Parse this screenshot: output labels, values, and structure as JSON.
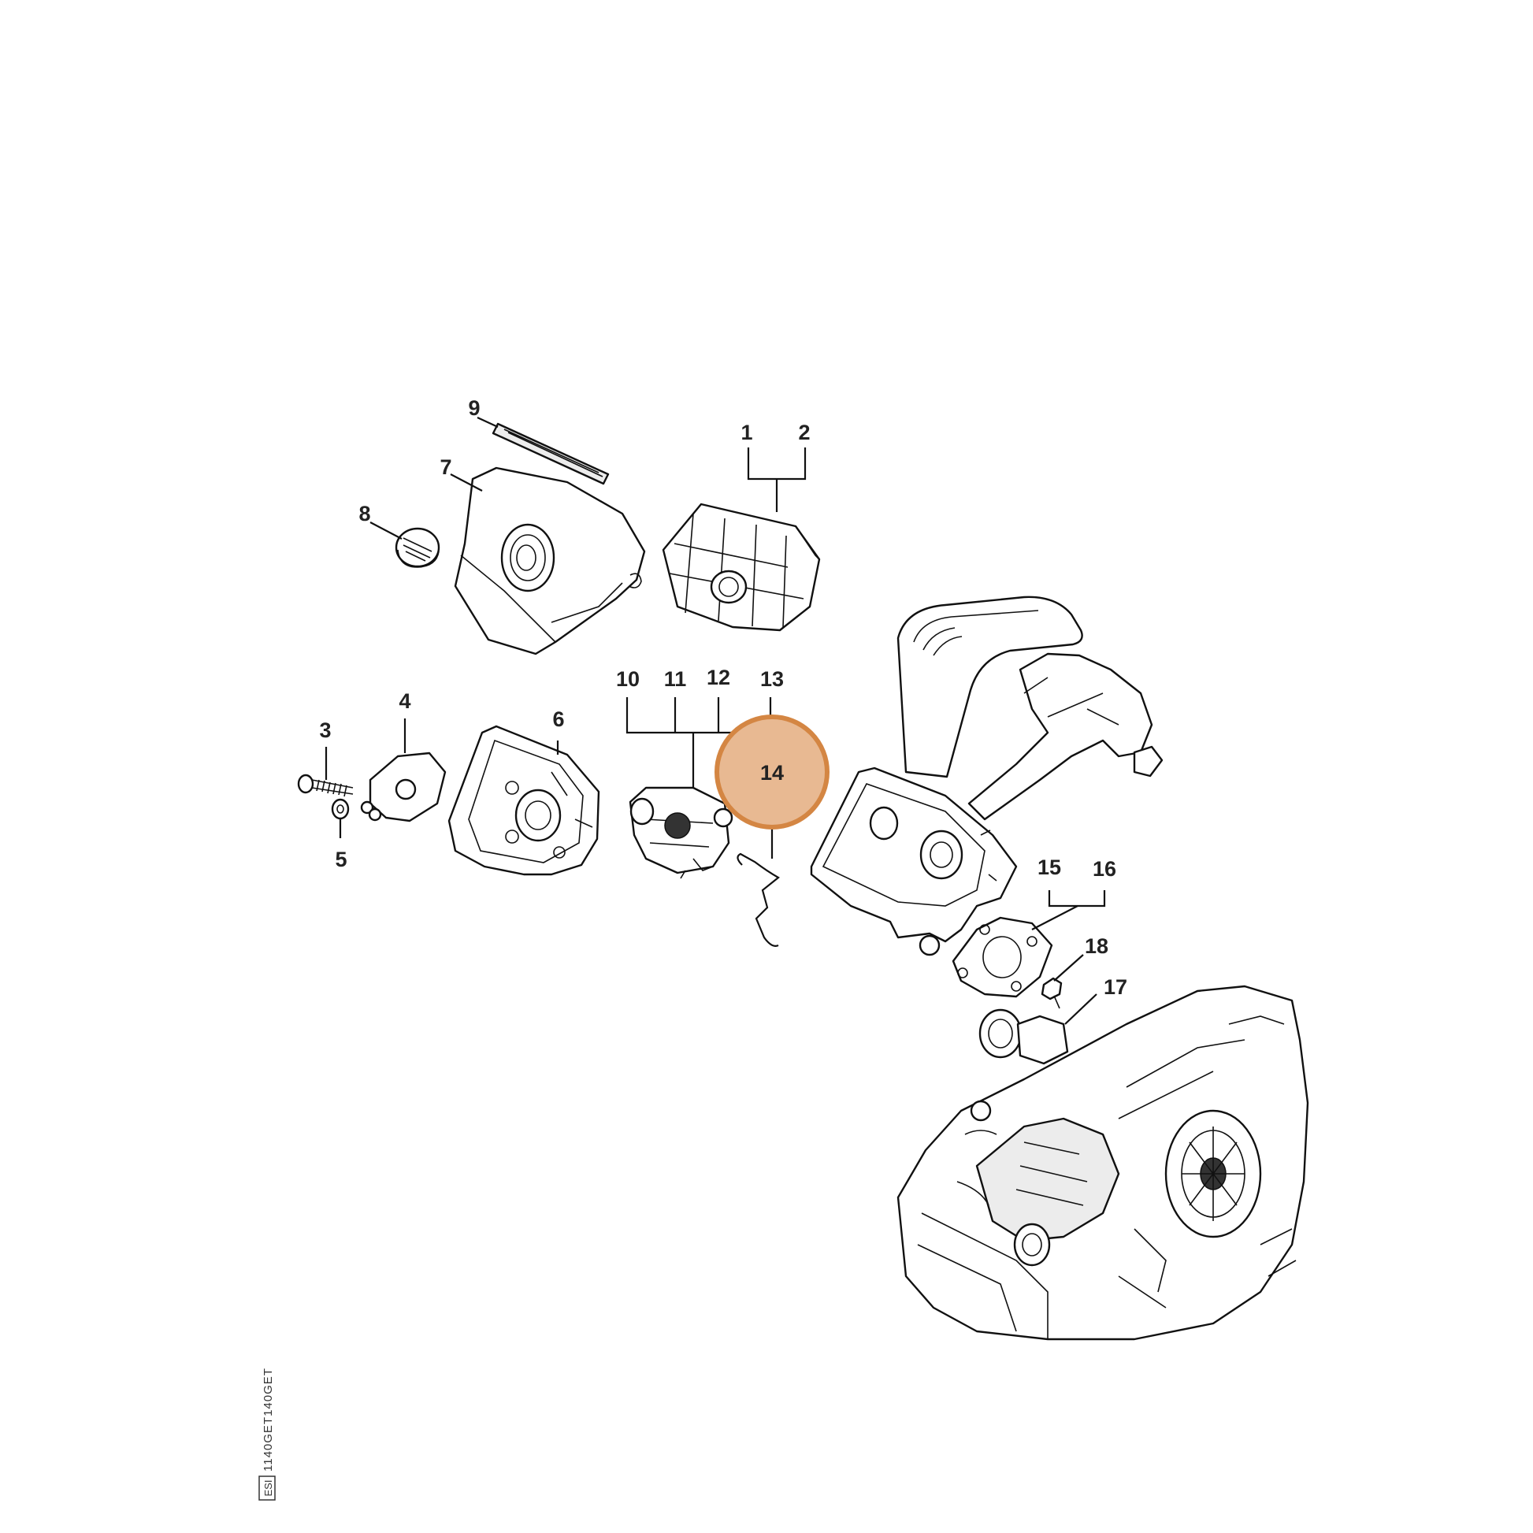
{
  "diagram": {
    "type": "exploded-parts-diagram",
    "highlight_color": "#E8B992",
    "highlight_stroke": "#D48643",
    "callouts": [
      "1",
      "2",
      "3",
      "4",
      "5",
      "6",
      "7",
      "8",
      "9",
      "10",
      "11",
      "12",
      "13",
      "14",
      "15",
      "16",
      "17",
      "18"
    ],
    "selected_callout": "14",
    "code_text": "1140GET140GET",
    "code_box_text": "ESI"
  }
}
